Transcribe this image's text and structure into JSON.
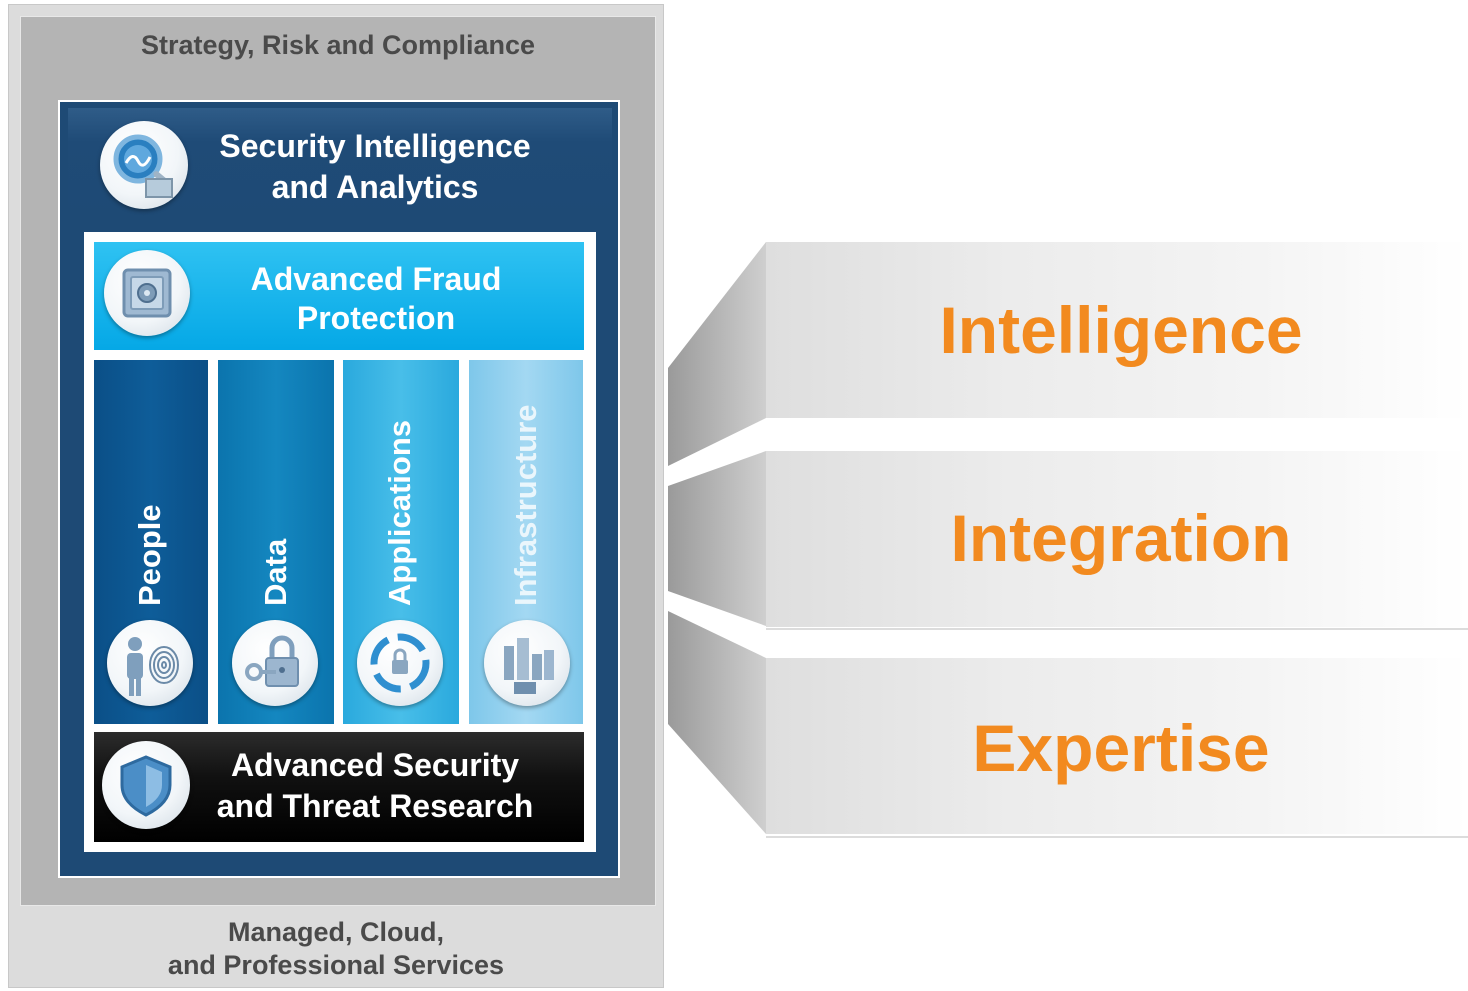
{
  "diagram": {
    "outer": {
      "top_label": "Strategy, Risk and Compliance",
      "bottom_label_line1": "Managed, Cloud,",
      "bottom_label_line2": "and Professional Services"
    },
    "layers": {
      "intelligence_analytics": {
        "line1": "Security Intelligence",
        "line2": "and Analytics",
        "icon": "magnifier-analytics-icon"
      },
      "fraud_protection": {
        "line1": "Advanced Fraud",
        "line2": "Protection",
        "icon": "safe-vault-icon"
      },
      "pillars": [
        {
          "label": "People",
          "icon": "person-fingerprint-icon",
          "color": "#0e5d99"
        },
        {
          "label": "Data",
          "icon": "padlock-key-icon",
          "color": "#1487c0"
        },
        {
          "label": "Applications",
          "icon": "lock-cycle-icon",
          "color": "#48bee9"
        },
        {
          "label": "Infrastructure",
          "icon": "servers-devices-icon",
          "color": "#a3d8f2"
        }
      ],
      "threat_research": {
        "line1": "Advanced Security",
        "line2": "and Threat Research",
        "icon": "shield-icon"
      }
    },
    "features": [
      "Intelligence",
      "Integration",
      "Expertise"
    ],
    "accent_color": "#f28a1f",
    "navy_color": "#1e4a75"
  }
}
